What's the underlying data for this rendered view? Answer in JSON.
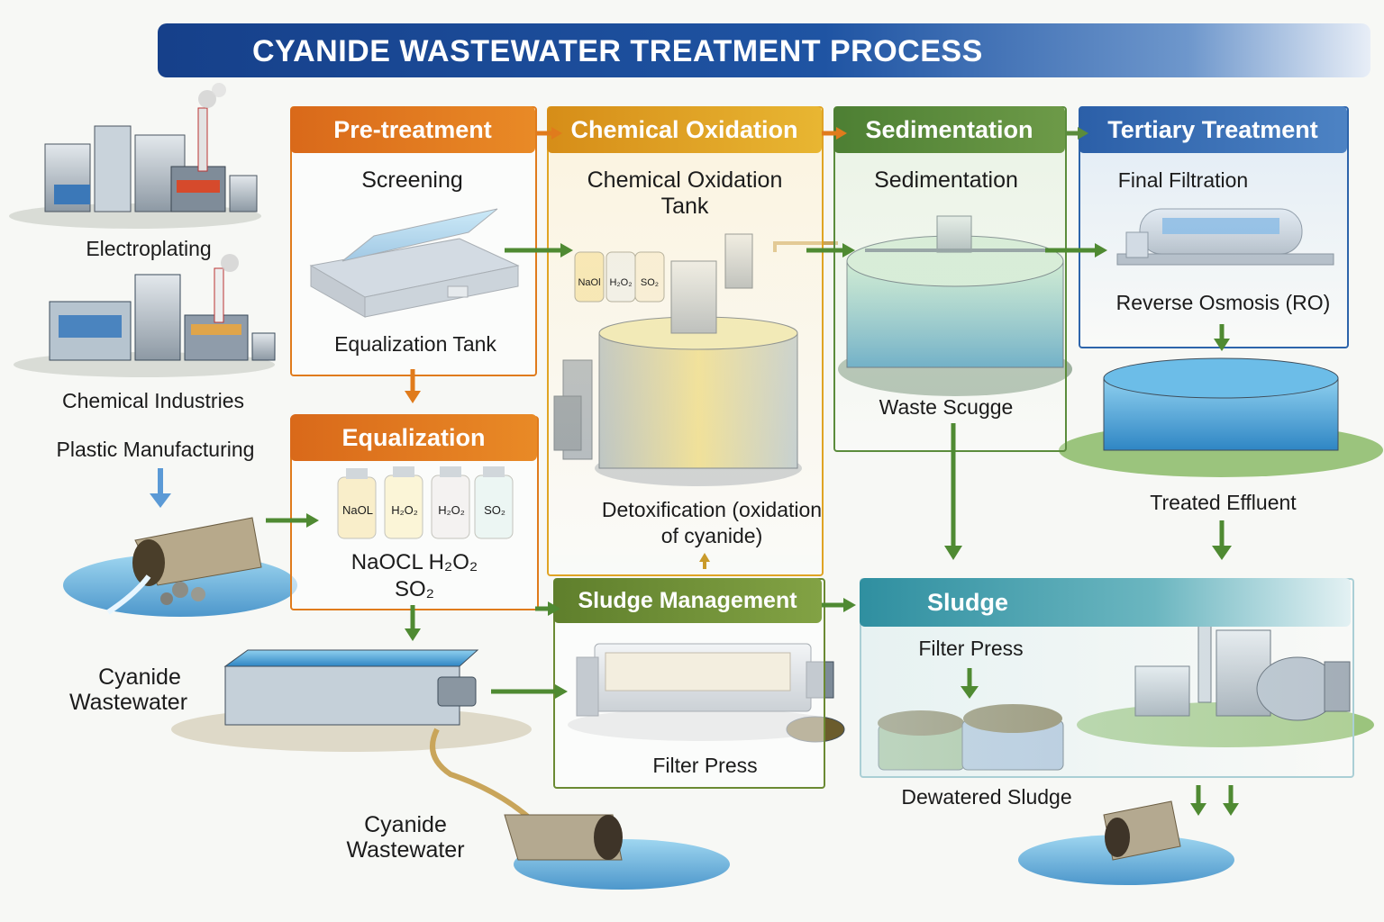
{
  "title": "CYANIDE WASTEWATER TREATMENT PROCESS",
  "colors": {
    "title_blue": "#1a4a96",
    "pretreatment": "#e07b1c",
    "oxidation": "#e0a424",
    "sedimentation": "#5b8c3c",
    "tertiary": "#2d64ab",
    "sludge_mgmt": "#6b8a33",
    "sludge": "#3c9aa6",
    "arrow_green": "#4f8a32",
    "arrow_orange": "#e07b1c"
  },
  "sources": {
    "electroplating": "Electroplating",
    "chemical_industries": "Chemical Industries",
    "plastic_manufacturing": "Plastic Manufacturing"
  },
  "pretreatment": {
    "header": "Pre-treatment",
    "screening": "Screening",
    "equalization_tank": "Equalization Tank"
  },
  "equalization": {
    "header": "Equalization",
    "bottle_labels": [
      "NaOL",
      "H₂O₂",
      "H₂O₂",
      "SO₂"
    ],
    "chem_line1": "NaOCL  H₂O₂",
    "chem_line2": "SO₂"
  },
  "oxidation": {
    "header": "Chemical Oxidation",
    "tank_line1": "Chemical Oxidation",
    "tank_line2": "Tank",
    "bottle_labels": [
      "NaOl",
      "H₂O₂",
      "SO₂"
    ],
    "detox_line1": "Detoxification (oxidation",
    "detox_line2": "of cyanide)"
  },
  "sedimentation": {
    "header": "Sedimentation",
    "label": "Sedimentation",
    "waste_sludge": "Waste Scuɡge"
  },
  "tertiary": {
    "header": "Tertiary Treatment",
    "final_filtration": "Final Filtration",
    "ro": "Reverse Osmosis (RO)",
    "treated_effluent": "Treated Effluent"
  },
  "sludge_management": {
    "header": "Sludge Management",
    "filter_press": "Filter Press"
  },
  "sludge": {
    "header": "Sludge",
    "filter_press": "Filter Press",
    "dewatered": "Dewatered Sludge"
  },
  "wastewater": {
    "label_line1": "Cyanide",
    "label_line2": "Wastewater",
    "bottom_line1": "Cyanide",
    "bottom_line2": "Wastewater"
  }
}
